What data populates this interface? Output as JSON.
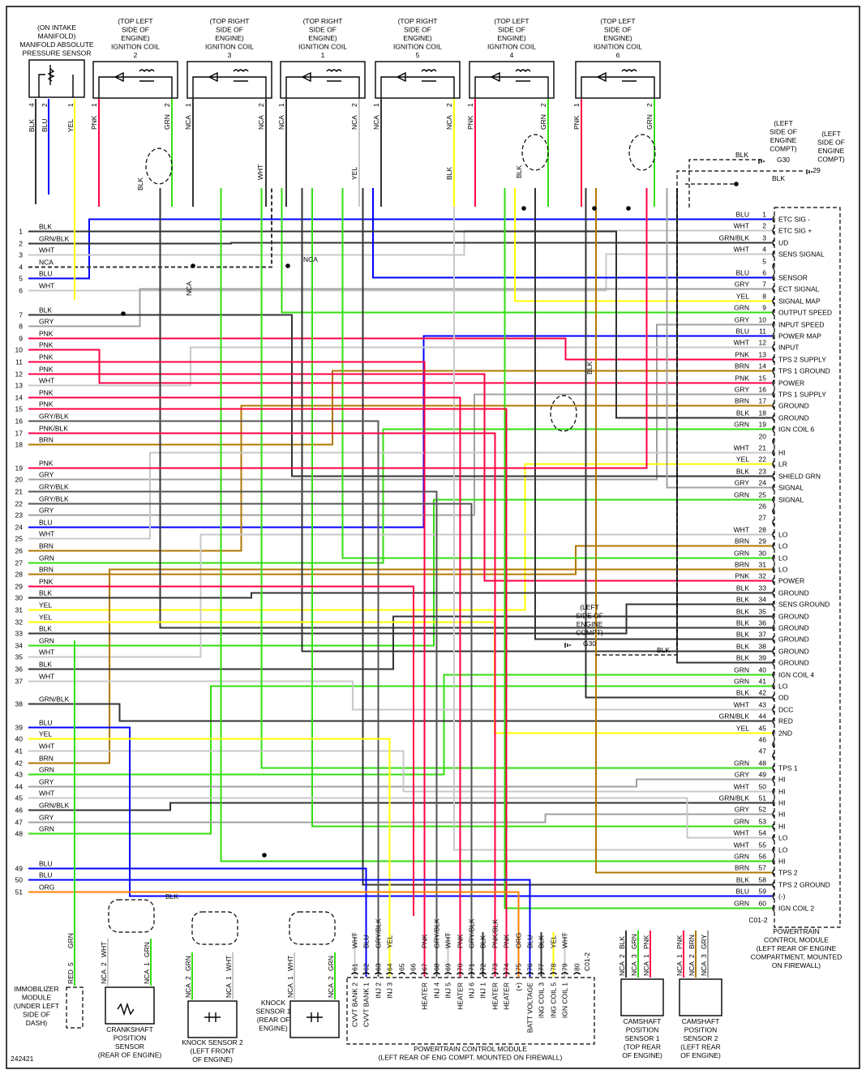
{
  "figure_id": "242421",
  "colors": {
    "BLK": "#333333",
    "BLU": "#0000ff",
    "WHT": "#c8c8c8",
    "GRY": "#a0a0a0",
    "PNK": "#ff0044",
    "YEL": "#ffff00",
    "GRN": "#33dd11",
    "BRN": "#b07800",
    "ORG": "#ff8000",
    "GRN/BLK": "#333333",
    "GRY/BLK": "#555555",
    "PNK/BLK": "#ff0044",
    "NCA": "#333333",
    "RED": "#ff0000"
  },
  "left_wires": [
    {
      "n": "1",
      "color": "BLK"
    },
    {
      "n": "2",
      "color": "GRN/BLK"
    },
    {
      "n": "3",
      "color": "WHT"
    },
    {
      "n": "4",
      "color": "NCA"
    },
    {
      "n": "5",
      "color": "BLU"
    },
    {
      "n": "6",
      "color": "WHT"
    },
    {
      "n": "7",
      "color": "BLK"
    },
    {
      "n": "8",
      "color": "GRY"
    },
    {
      "n": "9",
      "color": "PNK"
    },
    {
      "n": "10",
      "color": "PNK"
    },
    {
      "n": "11",
      "color": "PNK"
    },
    {
      "n": "12",
      "color": "PNK"
    },
    {
      "n": "13",
      "color": "WHT"
    },
    {
      "n": "14",
      "color": "PNK"
    },
    {
      "n": "15",
      "color": "PNK"
    },
    {
      "n": "16",
      "color": "GRY/BLK"
    },
    {
      "n": "17",
      "color": "PNK/BLK"
    },
    {
      "n": "18",
      "color": "BRN"
    },
    {
      "n": "19",
      "color": "PNK"
    },
    {
      "n": "20",
      "color": "GRY"
    },
    {
      "n": "21",
      "color": "GRY/BLK"
    },
    {
      "n": "22",
      "color": "GRY/BLK"
    },
    {
      "n": "23",
      "color": "GRY"
    },
    {
      "n": "24",
      "color": "BLU"
    },
    {
      "n": "25",
      "color": "WHT"
    },
    {
      "n": "26",
      "color": "BRN"
    },
    {
      "n": "27",
      "color": "GRN"
    },
    {
      "n": "28",
      "color": "BRN"
    },
    {
      "n": "29",
      "color": "PNK"
    },
    {
      "n": "30",
      "color": "BLK"
    },
    {
      "n": "31",
      "color": "YEL"
    },
    {
      "n": "32",
      "color": "YEL"
    },
    {
      "n": "33",
      "color": "BLK"
    },
    {
      "n": "34",
      "color": "GRN"
    },
    {
      "n": "35",
      "color": "WHT"
    },
    {
      "n": "36",
      "color": "BLK"
    },
    {
      "n": "37",
      "color": "WHT"
    },
    {
      "n": "38",
      "color": "GRN/BLK"
    },
    {
      "n": "39",
      "color": "BLU"
    },
    {
      "n": "40",
      "color": "YEL"
    },
    {
      "n": "41",
      "color": "WHT"
    },
    {
      "n": "42",
      "color": "BRN"
    },
    {
      "n": "43",
      "color": "GRN"
    },
    {
      "n": "44",
      "color": "GRY"
    },
    {
      "n": "45",
      "color": "WHT"
    },
    {
      "n": "46",
      "color": "GRN/BLK"
    },
    {
      "n": "47",
      "color": "GRY"
    },
    {
      "n": "48",
      "color": "GRN"
    },
    {
      "n": "49",
      "color": "BLU"
    },
    {
      "n": "50",
      "color": "BLU"
    },
    {
      "n": "51",
      "color": "ORG"
    }
  ],
  "right_pins": [
    {
      "n": "1",
      "color": "BLU",
      "fn": "ETC SIG -"
    },
    {
      "n": "2",
      "color": "WHT",
      "fn": "ETC SIG +"
    },
    {
      "n": "3",
      "color": "GRN/BLK",
      "fn": "UD"
    },
    {
      "n": "4",
      "color": "WHT",
      "fn": "SENS SIGNAL"
    },
    {
      "n": "5",
      "color": "",
      "fn": ""
    },
    {
      "n": "6",
      "color": "BLU",
      "fn": "SENSOR"
    },
    {
      "n": "7",
      "color": "GRY",
      "fn": "ECT SIGNAL"
    },
    {
      "n": "8",
      "color": "YEL",
      "fn": "SIGNAL MAP"
    },
    {
      "n": "9",
      "color": "GRN",
      "fn": "OUTPUT SPEED"
    },
    {
      "n": "10",
      "color": "GRY",
      "fn": "INPUT SPEED"
    },
    {
      "n": "11",
      "color": "BLU",
      "fn": "POWER MAP"
    },
    {
      "n": "12",
      "color": "WHT",
      "fn": "INPUT"
    },
    {
      "n": "13",
      "color": "PNK",
      "fn": "TPS 2 SUPPLY"
    },
    {
      "n": "14",
      "color": "BRN",
      "fn": "TPS 1 GROUND"
    },
    {
      "n": "15",
      "color": "PNK",
      "fn": "POWER"
    },
    {
      "n": "16",
      "color": "GRY",
      "fn": "TPS 1 SUPPLY"
    },
    {
      "n": "17",
      "color": "BRN",
      "fn": "GROUND"
    },
    {
      "n": "18",
      "color": "BLK",
      "fn": "GROUND"
    },
    {
      "n": "19",
      "color": "GRN",
      "fn": "IGN COIL 6"
    },
    {
      "n": "20",
      "color": "",
      "fn": ""
    },
    {
      "n": "21",
      "color": "WHT",
      "fn": "HI"
    },
    {
      "n": "22",
      "color": "YEL",
      "fn": "LR"
    },
    {
      "n": "23",
      "color": "BLK",
      "fn": "SHIELD GRN"
    },
    {
      "n": "24",
      "color": "GRY",
      "fn": "SIGNAL"
    },
    {
      "n": "25",
      "color": "GRN",
      "fn": "SIGNAL"
    },
    {
      "n": "26",
      "color": "",
      "fn": ""
    },
    {
      "n": "27",
      "color": "",
      "fn": ""
    },
    {
      "n": "28",
      "color": "WHT",
      "fn": "LO"
    },
    {
      "n": "29",
      "color": "BRN",
      "fn": "LO"
    },
    {
      "n": "30",
      "color": "GRN",
      "fn": "LO"
    },
    {
      "n": "31",
      "color": "BRN",
      "fn": "LO"
    },
    {
      "n": "32",
      "color": "PNK",
      "fn": "POWER"
    },
    {
      "n": "33",
      "color": "BLK",
      "fn": "GROUND"
    },
    {
      "n": "34",
      "color": "BLK",
      "fn": "SENS GROUND"
    },
    {
      "n": "35",
      "color": "BLK",
      "fn": "GROUND"
    },
    {
      "n": "36",
      "color": "BLK",
      "fn": "GROUND"
    },
    {
      "n": "37",
      "color": "BLK",
      "fn": "GROUND"
    },
    {
      "n": "38",
      "color": "BLK",
      "fn": "GROUND"
    },
    {
      "n": "39",
      "color": "BLK",
      "fn": "GROUND"
    },
    {
      "n": "40",
      "color": "GRN",
      "fn": "IGN COIL 4"
    },
    {
      "n": "41",
      "color": "GRN",
      "fn": "LO"
    },
    {
      "n": "42",
      "color": "BLK",
      "fn": "OD"
    },
    {
      "n": "43",
      "color": "WHT",
      "fn": "DCC"
    },
    {
      "n": "44",
      "color": "GRN/BLK",
      "fn": "RED"
    },
    {
      "n": "45",
      "color": "YEL",
      "fn": "2ND"
    },
    {
      "n": "46",
      "color": "",
      "fn": ""
    },
    {
      "n": "47",
      "color": "",
      "fn": ""
    },
    {
      "n": "48",
      "color": "GRN",
      "fn": "TPS 1"
    },
    {
      "n": "49",
      "color": "GRY",
      "fn": "HI"
    },
    {
      "n": "50",
      "color": "WHT",
      "fn": "HI"
    },
    {
      "n": "51",
      "color": "GRN/BLK",
      "fn": "HI"
    },
    {
      "n": "52",
      "color": "GRY",
      "fn": "HI"
    },
    {
      "n": "53",
      "color": "GRN",
      "fn": "HI"
    },
    {
      "n": "54",
      "color": "WHT",
      "fn": "LO"
    },
    {
      "n": "55",
      "color": "WHT",
      "fn": "LO"
    },
    {
      "n": "56",
      "color": "GRN",
      "fn": "HI"
    },
    {
      "n": "57",
      "color": "BRN",
      "fn": "TPS 2"
    },
    {
      "n": "58",
      "color": "BLK",
      "fn": "TPS 2 GROUND"
    },
    {
      "n": "59",
      "color": "BLU",
      "fn": "(-)"
    },
    {
      "n": "60",
      "color": "GRN",
      "fn": "IGN COIL 2"
    }
  ],
  "right_connector_id": "C01-2",
  "bottom_pins": [
    {
      "n": "61",
      "color": "WHT",
      "fn": "CVVT BANK 2"
    },
    {
      "n": "62",
      "color": "BLU",
      "fn": "CVVT BANK 1"
    },
    {
      "n": "63",
      "color": "GRY/BLK",
      "fn": "INJ 2"
    },
    {
      "n": "64",
      "color": "YEL",
      "fn": "INJ 3"
    },
    {
      "n": "65",
      "color": "",
      "fn": ""
    },
    {
      "n": "66",
      "color": "",
      "fn": ""
    },
    {
      "n": "67",
      "color": "PNK",
      "fn": "HEATER"
    },
    {
      "n": "68",
      "color": "GRY/BLK",
      "fn": "INJ 4"
    },
    {
      "n": "69",
      "color": "WHT",
      "fn": "INJ 5"
    },
    {
      "n": "70",
      "color": "PNK",
      "fn": "HEATER"
    },
    {
      "n": "71",
      "color": "GRY/BLK",
      "fn": "INJ 6"
    },
    {
      "n": "72",
      "color": "BLK",
      "fn": "INJ 1"
    },
    {
      "n": "73",
      "color": "PNK/BLK",
      "fn": "HEATER"
    },
    {
      "n": "74",
      "color": "PNK",
      "fn": "HEATER"
    },
    {
      "n": "75",
      "color": "ORG",
      "fn": "(+)"
    },
    {
      "n": "76",
      "color": "BLU",
      "fn": "BATT VOLTAGE"
    },
    {
      "n": "77",
      "color": "BLK",
      "fn": "ING COIL 3"
    },
    {
      "n": "78",
      "color": "YEL",
      "fn": "ING COIL 5"
    },
    {
      "n": "79",
      "color": "WHT",
      "fn": "IGN COIL 1"
    },
    {
      "n": "80",
      "color": "",
      "fn": ""
    }
  ],
  "bottom_connector_id": "C01-2",
  "pcm_right_label": [
    "POWERTRAIN",
    "CONTROL MODULE",
    "(LEFT REAR OF ENGINE",
    "COMPARTMENT, MOUNTED",
    "ON FIREWALL)"
  ],
  "pcm_bottom_label": [
    "POWERTRAIN CONTROL MODULE",
    "(LEFT REAR OF ENG COMPT, MOUNTED ON FIREWALL)"
  ],
  "map_sensor": {
    "label": [
      "(ON INTAKE",
      "MANIFOLD)",
      "MANIFOLD ABSOLUTE",
      "PRESSURE SENSOR"
    ],
    "pins": [
      {
        "n": "4",
        "color": "BLK"
      },
      {
        "n": "2",
        "color": "BLU"
      },
      {
        "n": "1",
        "color": "YEL"
      }
    ]
  },
  "coils": [
    {
      "label": [
        "(TOP LEFT",
        "SIDE OF",
        "ENGINE)",
        "IGNITION COIL",
        "2"
      ],
      "pins": [
        {
          "n": "1",
          "color": "PNK"
        },
        {
          "n": "2",
          "color": "GRN"
        }
      ]
    },
    {
      "label": [
        "(TOP RIGHT",
        "SIDE OF",
        "ENGINE)",
        "IGNITION COIL",
        "3"
      ],
      "pins": [
        {
          "n": "1",
          "color": "NCA"
        },
        {
          "n": "2",
          "color": "NCA"
        }
      ]
    },
    {
      "label": [
        "(TOP RIGHT",
        "SIDE OF",
        "ENGINE)",
        "IGNITION COIL",
        "1"
      ],
      "pins": [
        {
          "n": "1",
          "color": "NCA"
        },
        {
          "n": "2",
          "color": "NCA"
        }
      ]
    },
    {
      "label": [
        "(TOP RIGHT",
        "SIDE OF",
        "ENGINE)",
        "IGNITION COIL",
        "5"
      ],
      "pins": [
        {
          "n": "1",
          "color": "NCA"
        },
        {
          "n": "2",
          "color": "NCA"
        }
      ]
    },
    {
      "label": [
        "(TOP LEFT",
        "SIDE OF",
        "ENGINE)",
        "IGNITION COIL",
        "4"
      ],
      "pins": [
        {
          "n": "1",
          "color": "PNK"
        },
        {
          "n": "2",
          "color": "GRN"
        }
      ]
    },
    {
      "label": [
        "(TOP LEFT",
        "SIDE OF",
        "ENGINE)",
        "IGNITION COIL",
        "6"
      ],
      "pins": [
        {
          "n": "1",
          "color": "PNK"
        },
        {
          "n": "2",
          "color": "GRN"
        }
      ]
    }
  ],
  "coil_wire_labels": [
    "BLK",
    "WHT",
    "YEL",
    "BLK",
    "BLK"
  ],
  "grounds": [
    {
      "label": [
        "(LEFT",
        "SIDE OF",
        "ENGINE",
        "COMPT)"
      ],
      "id": "G30",
      "wire": "BLK"
    },
    {
      "label": [
        "(LEFT",
        "SIDE OF",
        "ENGINE",
        "COMPT)"
      ],
      "id": "29",
      "wire": "BLK"
    },
    {
      "label": [
        "(LEFT",
        "SIDE OF",
        "ENGINE",
        "COMPT)"
      ],
      "id": "G30",
      "wire": "BLK"
    }
  ],
  "inline_labels": {
    "nca_splice": "NCA",
    "nca_vertical": "NCA",
    "blk_vertical": "BLK",
    "shield_blk": "BLK"
  },
  "bottom_components": [
    {
      "name": "immobilizer",
      "label": [
        "IMMOBILIZER",
        "MODULE",
        "(UNDER LEFT",
        "SIDE OF",
        "DASH)"
      ],
      "pins": [
        {
          "n": "5",
          "color": "RED"
        }
      ],
      "wire": "GRN"
    },
    {
      "name": "crankshaft-sensor",
      "label": [
        "CRANKSHAFT",
        "POSITION",
        "SENSOR",
        "(REAR OF ENGINE)"
      ],
      "pins": [
        {
          "n": "2",
          "color": "NCA"
        },
        {
          "n": "1",
          "color": "NCA"
        }
      ],
      "wires": [
        "WHT",
        "GRN"
      ]
    },
    {
      "name": "knock-sensor-2",
      "label": [
        "KNOCK SENSOR 2",
        "(LEFT FRONT",
        "OF ENGINE)"
      ],
      "pins": [
        {
          "n": "2",
          "color": "NCA"
        },
        {
          "n": "1",
          "color": "NCA"
        }
      ],
      "wires": [
        "GRN",
        "WHT"
      ]
    },
    {
      "name": "knock-sensor-1",
      "label": [
        "KNOCK",
        "SENSOR 1",
        "(REAR OF",
        "ENGINE)"
      ],
      "pins": [
        {
          "n": "1",
          "color": "NCA"
        },
        {
          "n": "2",
          "color": "NCA"
        }
      ],
      "wires": [
        "WHT",
        "GRN"
      ]
    },
    {
      "name": "camshaft-sensor-1",
      "label": [
        "CAMSHAFT",
        "POSITION",
        "SENSOR 1",
        "(TOP REAR",
        "OF ENGINE)"
      ],
      "pins": [
        {
          "n": "2",
          "color": "NCA"
        },
        {
          "n": "3",
          "color": "NCA"
        },
        {
          "n": "1",
          "color": "NCA"
        }
      ],
      "wires": [
        "BLK",
        "GRN",
        "PNK"
      ]
    },
    {
      "name": "camshaft-sensor-2",
      "label": [
        "CAMSHAFT",
        "POSITION",
        "SENSOR 2",
        "(LEFT REAR",
        "OF ENGINE)"
      ],
      "pins": [
        {
          "n": "1",
          "color": "NCA"
        },
        {
          "n": "2",
          "color": "NCA"
        },
        {
          "n": "3",
          "color": "NCA"
        }
      ],
      "wires": [
        "PNK",
        "BRN",
        "GRY"
      ]
    }
  ]
}
